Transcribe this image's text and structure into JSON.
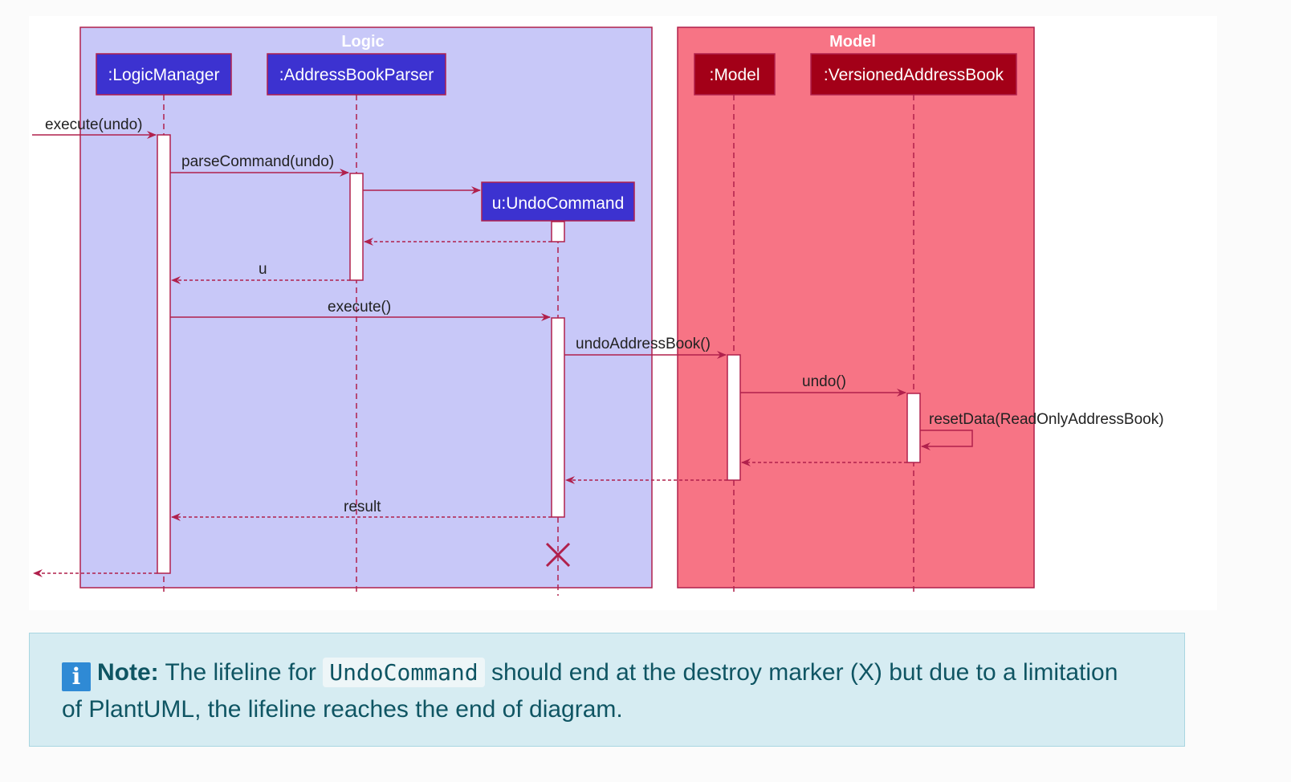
{
  "diagram": {
    "groups": {
      "logic": {
        "title": "Logic",
        "fill": "#c8c8f8",
        "border": "#b0204c"
      },
      "model": {
        "title": "Model",
        "fill": "#f77485",
        "border": "#b0204c"
      }
    },
    "participants": {
      "logic_manager": ":LogicManager",
      "parser": ":AddressBookParser",
      "undo_command": "u:UndoCommand",
      "model": ":Model",
      "versioned_address_book": ":VersionedAddressBook"
    },
    "messages": {
      "execute_undo": "execute(undo)",
      "parse_command": "parseCommand(undo)",
      "return_u": "u",
      "execute": "execute()",
      "undo_address_book": "undoAddressBook()",
      "undo": "undo()",
      "reset_data": "resetData(ReadOnlyAddressBook)",
      "result": "result"
    },
    "colors": {
      "logic_participant": "#3c32d0",
      "model_participant": "#a30018",
      "arrow": "#b0204c"
    }
  },
  "note": {
    "label": "Note:",
    "text_before": " The lifeline for ",
    "code": "UndoCommand",
    "text_after": " should end at the destroy marker (X) but due to a limitation of PlantUML, the lifeline reaches the end of diagram."
  }
}
